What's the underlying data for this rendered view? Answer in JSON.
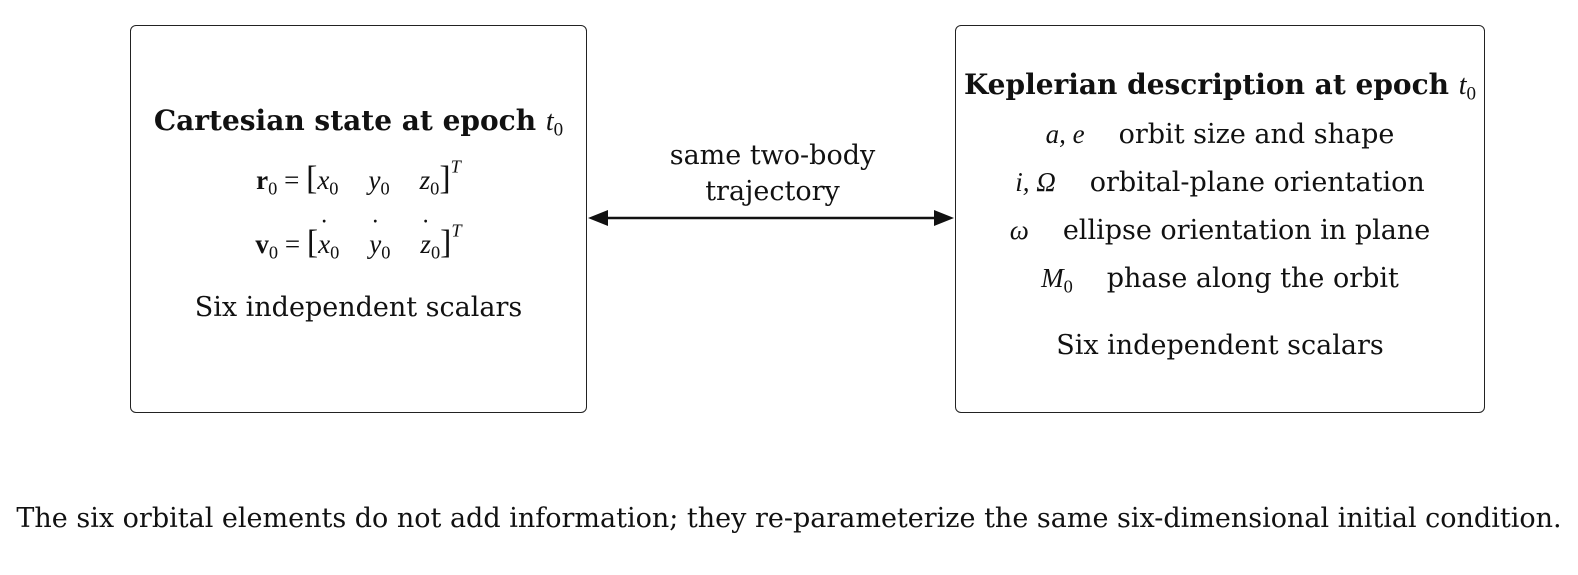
{
  "left": {
    "title": "Cartesian state at epoch",
    "title_var": "t",
    "title_sub": "0",
    "r_sym": "r",
    "r_sub": "0",
    "v_sym": "v",
    "v_sub": "0",
    "eq": "=",
    "r_components": [
      {
        "sym": "x",
        "sub": "0"
      },
      {
        "sym": "y",
        "sub": "0"
      },
      {
        "sym": "z",
        "sub": "0"
      }
    ],
    "v_components": [
      {
        "sym": "x",
        "sub": "0"
      },
      {
        "sym": "y",
        "sub": "0"
      },
      {
        "sym": "z",
        "sub": "0"
      }
    ],
    "transpose": "T",
    "note": "Six independent scalars"
  },
  "arrow": {
    "label_line1": "same two-body",
    "label_line2": "trajectory"
  },
  "right": {
    "title": "Keplerian description at epoch",
    "title_var": "t",
    "title_sub": "0",
    "rows": [
      {
        "symbol": "a,  e",
        "desc": "orbit size and shape"
      },
      {
        "symbol": "i,  Ω",
        "desc": "orbital-plane orientation"
      },
      {
        "symbol": "ω",
        "desc": "ellipse orientation in plane"
      },
      {
        "symbol": "M",
        "symbol_sub": "0",
        "desc": "phase along the orbit"
      }
    ],
    "note": "Six independent scalars"
  },
  "caption": "The six orbital elements do not add information; they re-parameterize the same six-dimensional initial condition."
}
